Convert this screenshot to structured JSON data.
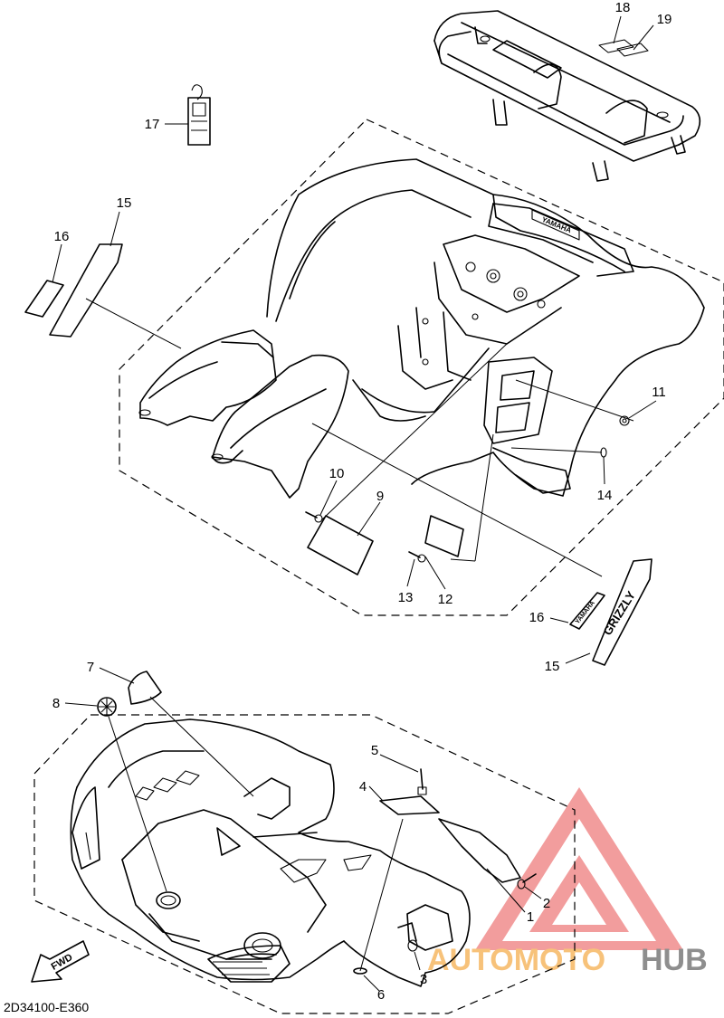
{
  "diagram_code": "2D34100-E360",
  "fwd_label": "FWD",
  "callouts": {
    "c1": "1",
    "c2": "2",
    "c3": "3",
    "c4": "4",
    "c5": "5",
    "c6": "6",
    "c7": "7",
    "c8": "8",
    "c9": "9",
    "c10": "10",
    "c11": "11",
    "c12": "12",
    "c13": "13",
    "c14": "14",
    "c15a": "15",
    "c15b": "15",
    "c16a": "16",
    "c16b": "16",
    "c17": "17",
    "c18": "18",
    "c19": "19"
  },
  "watermark": {
    "part1": "AUTOMOTO",
    "part2": "HUB",
    "color_primary": "#f08c8c",
    "color_secondary": "#f7c27a",
    "color_tertiary": "#8e8e8e"
  },
  "emblem_text": "YAMAHA",
  "decal_text": "GRIZZLY"
}
